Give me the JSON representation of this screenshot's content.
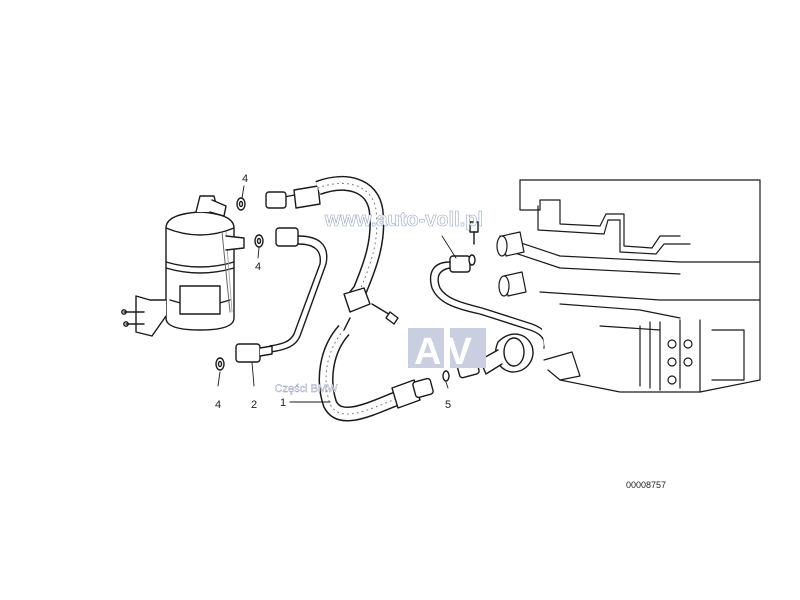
{
  "callouts": {
    "c1": "1",
    "c2": "2",
    "c4a": "4",
    "c4b": "4",
    "c4c": "4",
    "c5": "5"
  },
  "watermark": {
    "url": "www.auto-voll.pl",
    "logo_letters": "AV",
    "caption": "Części BMW",
    "colors": {
      "logo_box": "#c9cfe0",
      "logo_letter": "#ffffff"
    }
  },
  "part_number": "00008757"
}
